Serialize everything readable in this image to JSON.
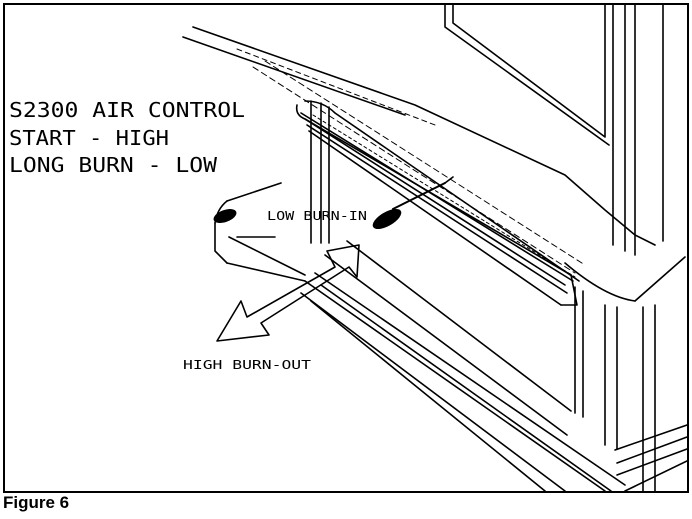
{
  "figure": {
    "caption": "Figure 6",
    "labels": {
      "title_line_1": "S2300 AIR CONTROL",
      "title_line_2": "START - HIGH",
      "title_line_3": "LONG BURN - LOW",
      "low_burn_in": "LOW BURN-IN",
      "high_burn_out": "HIGH BURN-OUT"
    }
  },
  "colors": {
    "line": "#000000",
    "background": "#ffffff"
  }
}
